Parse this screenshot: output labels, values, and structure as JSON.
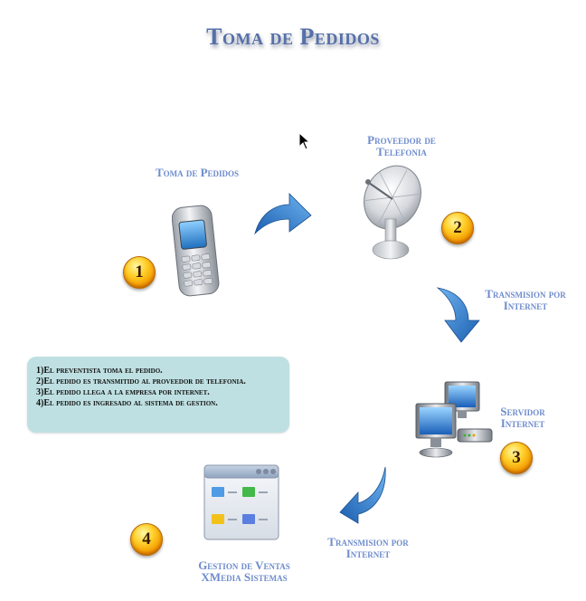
{
  "title": "Toma de Pedidos",
  "nodes": {
    "phone": {
      "label": "Toma de Pedidos",
      "step": "1"
    },
    "provider": {
      "label_line1": "Proveedor de",
      "label_line2": "Telefonia",
      "step": "2"
    },
    "server": {
      "label_line1": "Servidor",
      "label_line2": "Internet",
      "step": "3"
    },
    "app": {
      "label_line1": "Gestion de Ventas",
      "label_line2": "XMedia Sistemas",
      "step": "4"
    }
  },
  "edges": {
    "provider_to_server": {
      "line1": "Transmision por",
      "line2": "Internet"
    },
    "server_to_app": {
      "line1": "Transmision por",
      "line2": "Internet"
    }
  },
  "steps": [
    "1)El preventista toma el pedido.",
    "2)El pedido es transmitido al proveedor de telefonia.",
    "3)El pedido llega a la empresa por internet.",
    "4)El pedido es ingresado al sistema de gestion."
  ],
  "colors": {
    "title": "#5570a8",
    "label": "#6e8ccc",
    "arrow": "#2f78c8",
    "steps_box": "#bfe0e2",
    "badge": "#f5a800"
  },
  "icons": [
    "mobile-phone-icon",
    "satellite-dish-icon",
    "network-computers-icon",
    "application-window-icon",
    "mouse-cursor-icon"
  ]
}
